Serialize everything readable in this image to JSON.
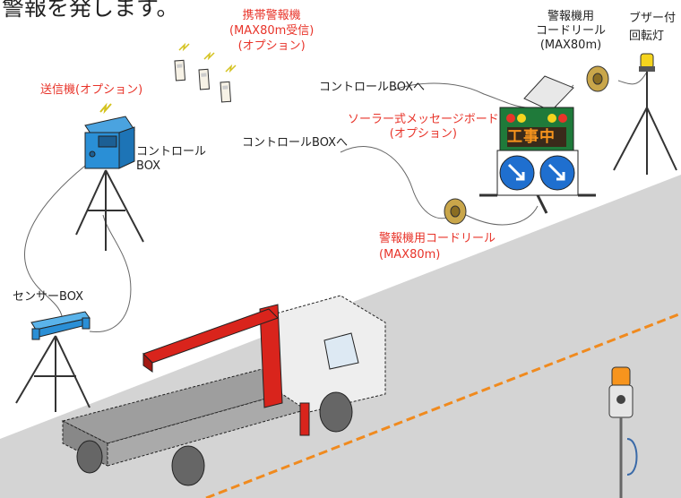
{
  "heading": "警報を発します。",
  "labels": {
    "pager": [
      "携帯警報機",
      "(MAX80m受信)",
      "(オプション)"
    ],
    "transmitter": "送信機(オプション)",
    "control_box": [
      "コントロール",
      "BOX"
    ],
    "sensor_box": "センサーBOX",
    "to_control_1": "コントロールBOXへ",
    "to_control_2": "コントロールBOXへ",
    "solar_board": [
      "ソーラー式メッセージボード",
      "(オプション)"
    ],
    "board_text": "工事中",
    "cord_reel_top": [
      "警報機用",
      "コードリール",
      "(MAX80m)"
    ],
    "buzzer": [
      "ブザー付",
      "回転灯"
    ],
    "cord_reel_bottom": [
      "警報機用コードリール",
      "(MAX80m)"
    ]
  },
  "colors": {
    "accent_red": "#e8342a",
    "truck_crane": "#d9241c",
    "box_blue": "#2a8fd6",
    "road": "#d4d4d4",
    "road_line": "#f08a1e",
    "board_frame": "#1f7a3a",
    "board_text": "#f7941d",
    "reel_gold": "#c9a64a",
    "beacon_yellow": "#f5d41e"
  }
}
